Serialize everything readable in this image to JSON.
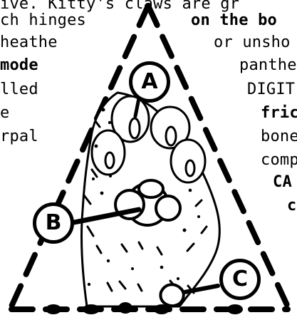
{
  "text_fragments": {
    "top_line": "ive. Kitty's claws are gr",
    "left": [
      "ch hinges",
      "heathe",
      "mode",
      "lled",
      "e",
      "rpal"
    ],
    "right": [
      "on the bo",
      "or unsho",
      "panthe",
      "DIGIT",
      "fric",
      "bone",
      "comp",
      "CA",
      "c"
    ]
  },
  "labels": {
    "a": "A",
    "b": "B",
    "c": "C"
  }
}
